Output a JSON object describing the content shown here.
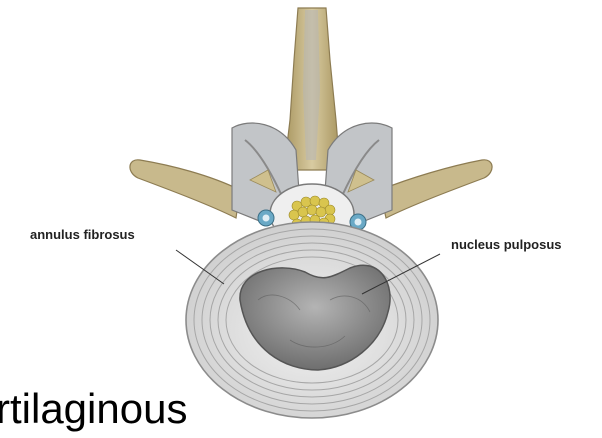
{
  "labels": {
    "annulus": "annulus fibrosus",
    "nucleus": "nucleus pulposus"
  },
  "caption_fragment": "rtilaginous",
  "colors": {
    "bone": "#cbbd93",
    "bone_dark": "#9c8a5e",
    "disc": "#e4e4e4",
    "disc_ring": "#9d9d9d",
    "nucleus": "#8a8a8a",
    "spinal_cord": "#d8c44c",
    "vessel": "#5f9fc0",
    "cartilage": "#bfc3c6"
  }
}
